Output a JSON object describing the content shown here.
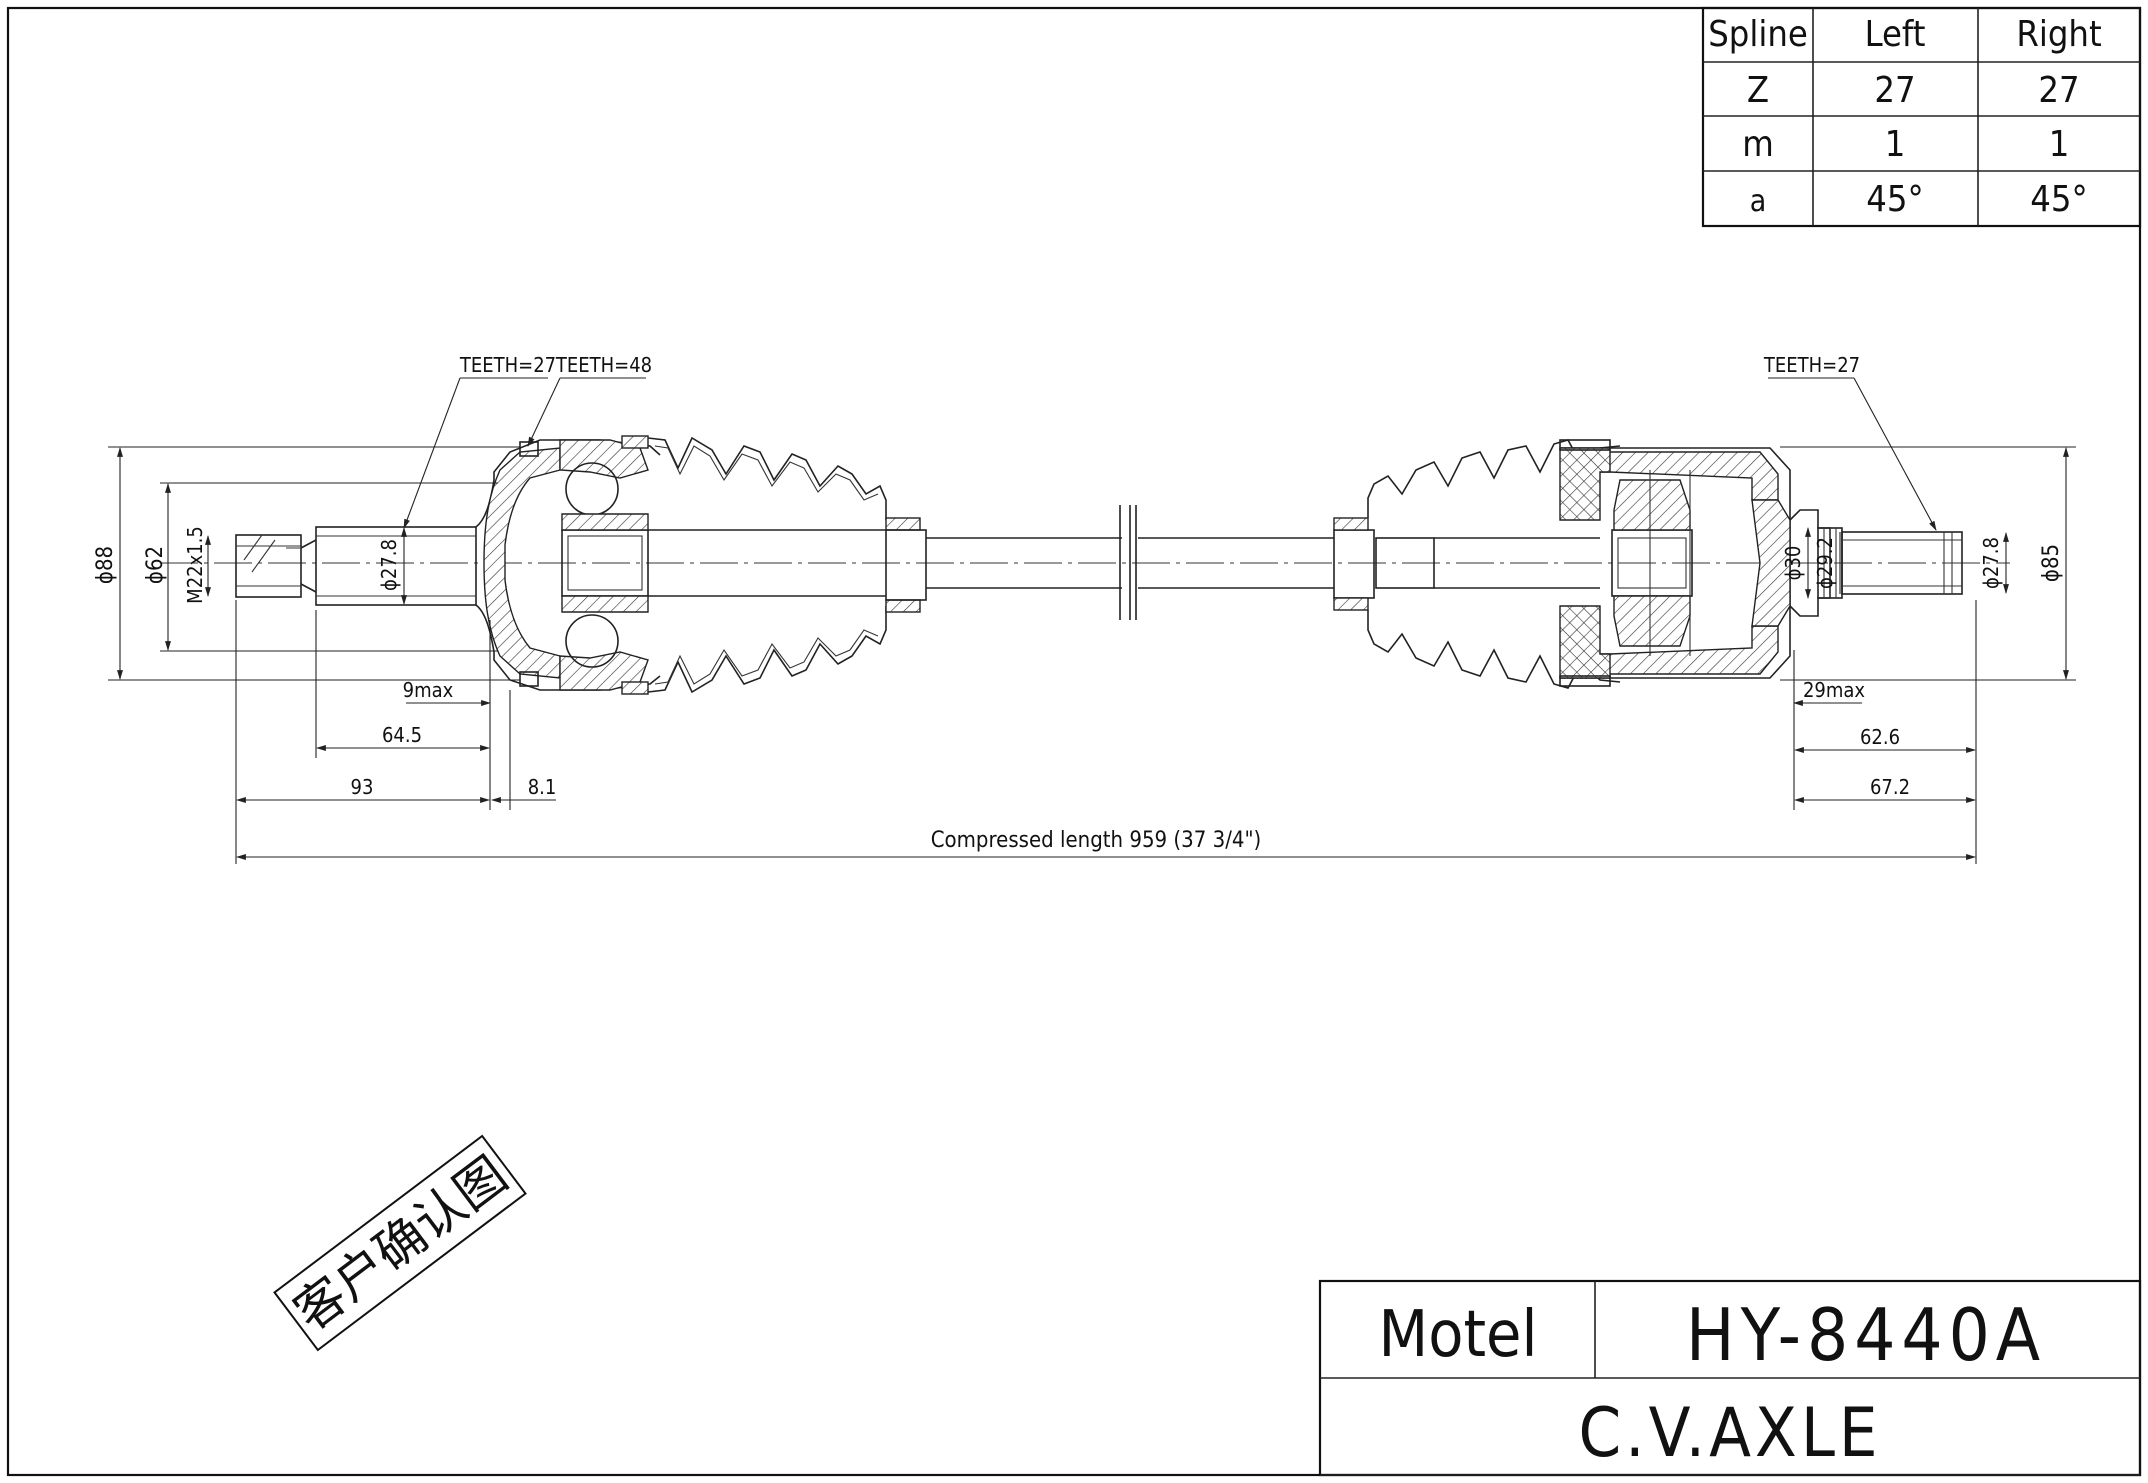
{
  "spline_table": {
    "headers": [
      "Spline",
      "Left",
      "Right"
    ],
    "rows": [
      [
        "Z",
        "27",
        "27"
      ],
      [
        "m",
        "1",
        "1"
      ],
      [
        "a",
        "45°",
        "45°"
      ]
    ]
  },
  "annotations": {
    "teeth_left_shaft": "TEETH=27",
    "teeth_left_ring": "TEETH=48",
    "teeth_right": "TEETH=27"
  },
  "dimensions": {
    "left": {
      "dia_88": "ϕ88",
      "dia_62": "ϕ62",
      "thread": "M22x1.5",
      "dia_27_8": "ϕ27.8",
      "max_9": "9max",
      "len_64_5": "64.5",
      "len_93": "93",
      "len_8_1": "8.1"
    },
    "right": {
      "dia_30": "ϕ30",
      "dia_29_2": "ϕ29.2",
      "dia_27_8": "ϕ27.8",
      "dia_85": "ϕ85",
      "max_29": "29max",
      "len_62_6": "62.6",
      "len_67_2": "67.2"
    },
    "compressed_length": "Compressed length 959 (37 3/4\")"
  },
  "stamp": "客户确认图",
  "title_block": {
    "model_label": "Motel",
    "model_value": "HY-8440A",
    "part_name": "C.V.AXLE"
  }
}
